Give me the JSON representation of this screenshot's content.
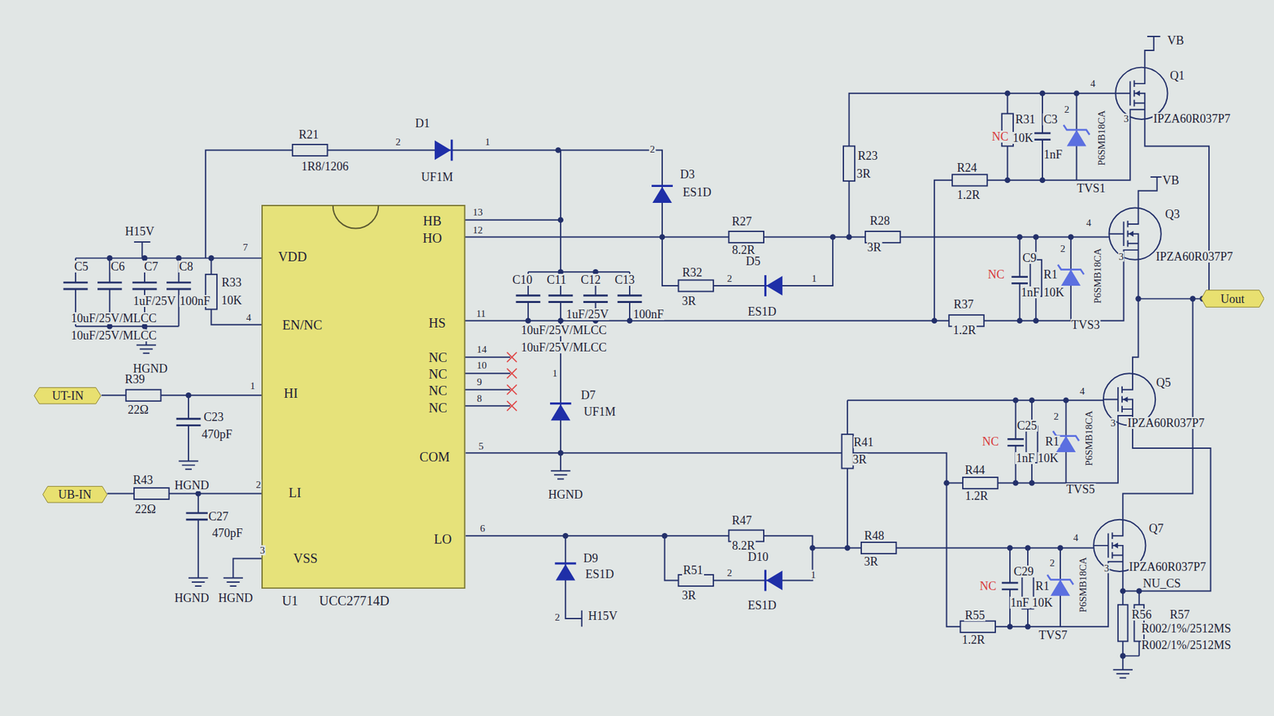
{
  "diagram": {
    "nodes": [
      {
        "text": [
          "VDD",
          "EN/NC",
          "HI",
          "LI",
          "VSS",
          "HB",
          "HO",
          "HS",
          "NC",
          "NC",
          "NC",
          "NC",
          "COM",
          "LO",
          "U1",
          "UCC27714D"
        ]
      },
      {
        "text": [
          "UT-IN"
        ]
      },
      {
        "text": [
          "UB-IN"
        ]
      },
      {
        "text": [
          "Uout"
        ]
      }
    ],
    "labels": [
      "R21",
      "1R8/1206",
      "2",
      "D1",
      "1",
      "UF1M",
      "2",
      "D3",
      "ES1D",
      "H15V",
      "C5",
      "C6",
      "C7",
      "C8",
      "1uF/25V",
      "100nF",
      "10uF/25V/MLCC",
      "10uF/25V/MLCC",
      "R33",
      "10K",
      "HGND",
      "7",
      "4",
      "1",
      "2",
      "3",
      "13",
      "12",
      "11",
      "14",
      "10",
      "9",
      "8",
      "5",
      "6",
      "R27",
      "8.2R",
      "D5",
      "R32",
      "2",
      "1",
      "3R",
      "ES1D",
      "C10",
      "C11",
      "C12",
      "C13",
      "1uF/25V",
      "100nF",
      "10uF/25V/MLCC",
      "10uF/25V/MLCC",
      "R23",
      "3R",
      "R28",
      "3R",
      "R24",
      "1.2R",
      "VB",
      "Q1",
      "4",
      "R31",
      "C3",
      "2",
      "3",
      "IPZA60R037P7",
      "NC",
      "10K",
      "1nF",
      "P6SMB18CA",
      "TVS1",
      "VB",
      "Q3",
      "4",
      "2",
      "C9",
      "3",
      "IPZA60R037P7",
      "NC",
      "R1",
      "1nF",
      "10K",
      "P6SMB18CA",
      "R37",
      "1.2R",
      "TVS3",
      "Q5",
      "4",
      "2",
      "3",
      "IPZA60R037P7",
      "C25",
      "NC",
      "R1",
      "R41",
      "3R",
      "1nF",
      "10K",
      "P6SMB18CA",
      "R44",
      "1.2R",
      "TVS5",
      "R39",
      "22Ω",
      "C23",
      "470pF",
      "R43",
      "HGND",
      "22Ω",
      "C27",
      "470pF",
      "HGND",
      "HGND",
      "1",
      "D7",
      "UF1M",
      "HGND",
      "D9",
      "ES1D",
      "2",
      "H15V",
      "R47",
      "8.2R",
      "D10",
      "R51",
      "2",
      "1",
      "3R",
      "ES1D",
      "R48",
      "3R",
      "Q7",
      "4",
      "2",
      "IPZA60R037P7",
      "3",
      "C29",
      "NC",
      "R1",
      "NU_CS",
      "1nF",
      "10K",
      "P6SMB18CA",
      "R55",
      "R56",
      "R57",
      "1.2R",
      "TVS7",
      "R002/1%/2512MS",
      "R002/1%/2512MS"
    ]
  }
}
